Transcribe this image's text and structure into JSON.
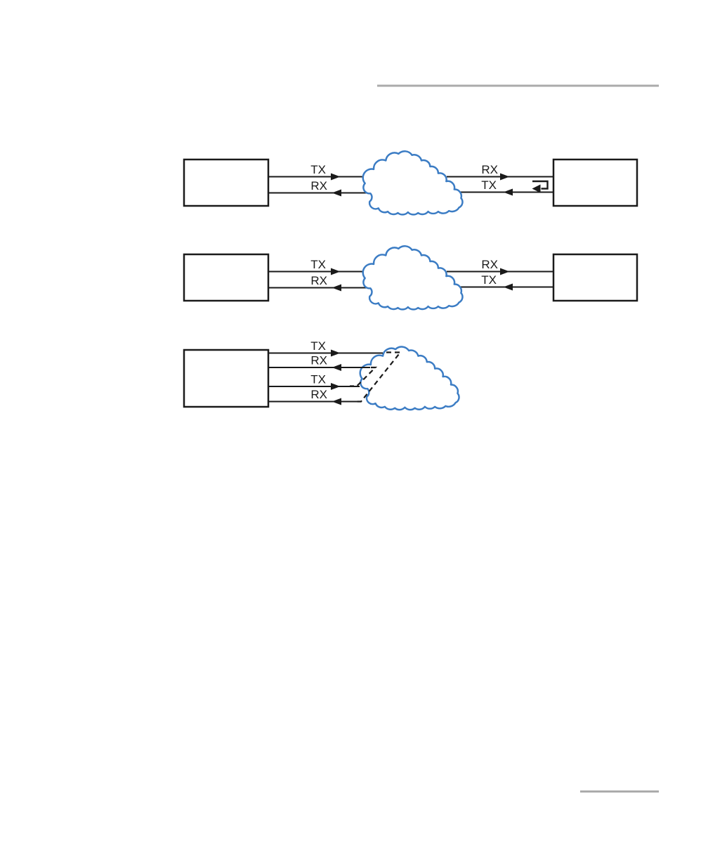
{
  "page": {
    "type": "document-page",
    "header_rule": true,
    "footer_rule": true
  },
  "colors": {
    "cloud_outline": "#3b7cc4",
    "line": "#1a1a1a",
    "rule": "#ababab",
    "page_bg": "#ffffff"
  },
  "icons": {
    "network_cloud": "scalloped-cloud-outline",
    "loopback": "return-corner-arrow",
    "arrow_right": "solid-right-triangle",
    "arrow_left": "solid-left-triangle"
  },
  "diagrams": [
    {
      "id": "remote-loopback",
      "left_device_lines": [
        {
          "label": "TX",
          "direction": "right"
        },
        {
          "label": "RX",
          "direction": "left"
        }
      ],
      "right_device_lines": [
        {
          "label": "RX",
          "direction": "right"
        },
        {
          "label": "TX",
          "direction": "left"
        }
      ],
      "has_loopback_icon": true,
      "has_cloud": true
    },
    {
      "id": "end-to-end-path",
      "left_device_lines": [
        {
          "label": "TX",
          "direction": "right"
        },
        {
          "label": "RX",
          "direction": "left"
        }
      ],
      "right_device_lines": [
        {
          "label": "RX",
          "direction": "right"
        },
        {
          "label": "TX",
          "direction": "left"
        }
      ],
      "has_loopback_icon": false,
      "has_cloud": true
    },
    {
      "id": "network-internal-loopback",
      "left_device_lines": [
        {
          "label": "TX",
          "direction": "right"
        },
        {
          "label": "RX",
          "direction": "left"
        },
        {
          "label": "TX",
          "direction": "right"
        },
        {
          "label": "RX",
          "direction": "left"
        }
      ],
      "right_device_lines": [],
      "dashed_loopback_paths": 2,
      "has_cloud": true
    }
  ]
}
